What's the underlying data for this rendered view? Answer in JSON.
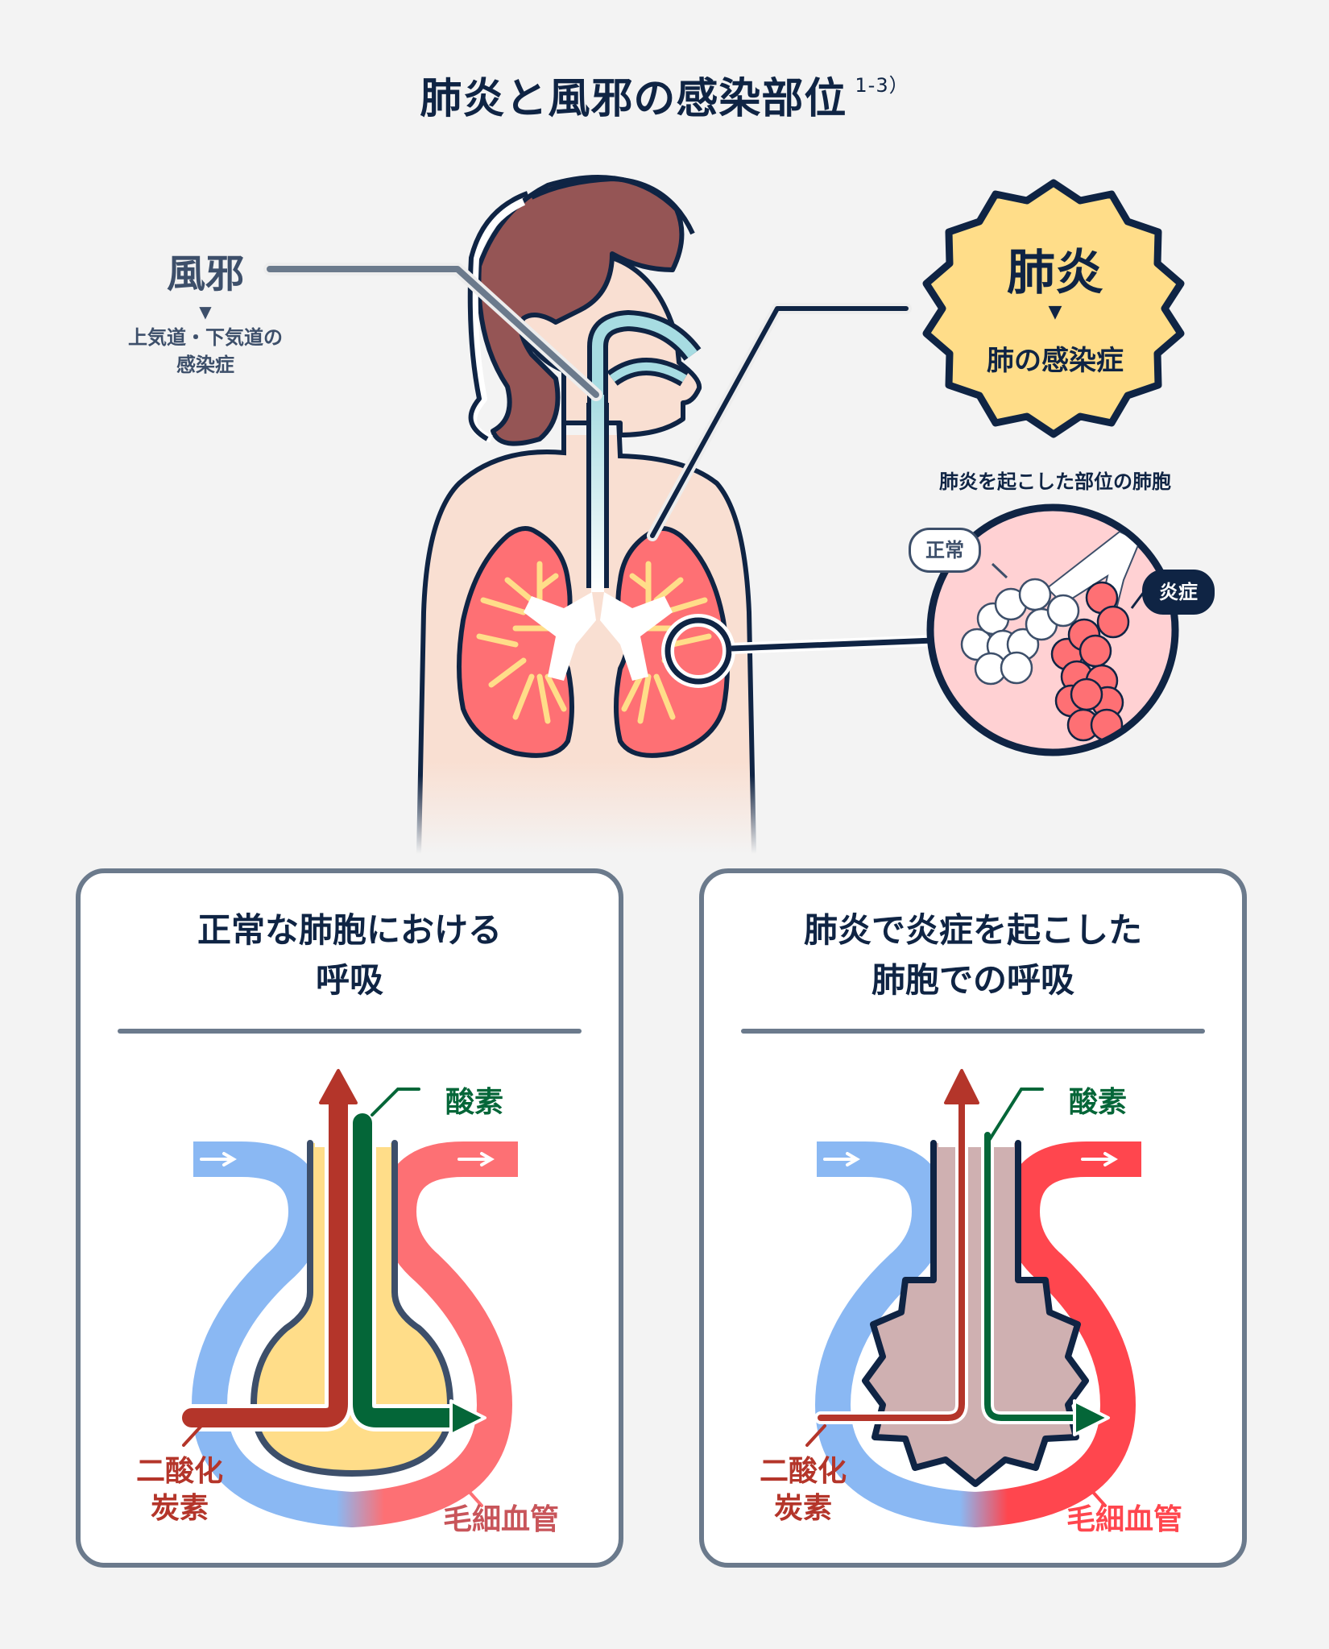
{
  "header": {
    "title": "肺炎と風邪の感染部位",
    "reference": "1-3）"
  },
  "cold": {
    "label": "風邪",
    "arrow": "▼",
    "description_line1": "上気道・下気道の",
    "description_line2": "感染症"
  },
  "pneumonia": {
    "label": "肺炎",
    "arrow": "▼",
    "description": "肺の感染症"
  },
  "alveoli_inset": {
    "caption": "肺炎を起こした部位の肺胞",
    "tag_normal": "正常",
    "tag_inflamed": "炎症"
  },
  "panels": [
    {
      "title_line1": "正常な肺胞における",
      "title_line2": "呼吸",
      "labels": {
        "oxygen": "酸素",
        "co2_line1": "二酸化",
        "co2_line2": "炭素",
        "capillary": "毛細血管"
      },
      "colors": {
        "capillary_label": "#C8555A",
        "capillary_out": "#FD7074",
        "alveolus_fill": "#FFDD89"
      }
    },
    {
      "title_line1": "肺炎で炎症を起こした",
      "title_line2": "肺胞での呼吸",
      "labels": {
        "oxygen": "酸素",
        "co2_line1": "二酸化",
        "co2_line2": "炭素",
        "capillary": "毛細血管"
      },
      "colors": {
        "capillary_label": "#FF464E",
        "capillary_out": "#FF464E",
        "alveolus_fill": "#CFB0B1"
      }
    }
  ],
  "colors": {
    "background": "#F3F3F3",
    "navy": "#0F2444",
    "slate": "#3D4F6A",
    "leader_line": "#6B7A8C",
    "hair": "#955555",
    "skin": "#F9DFD2",
    "airway": "#A7DCE2",
    "lung": "#FE7074",
    "bronchi": "#FFDD89",
    "badge": "#FFDD89",
    "venous_blue": "#8AB8F3",
    "oxygen_green": "#046638",
    "co2_red": "#B4352A",
    "alveolus_bg": "#FFD1D3"
  }
}
